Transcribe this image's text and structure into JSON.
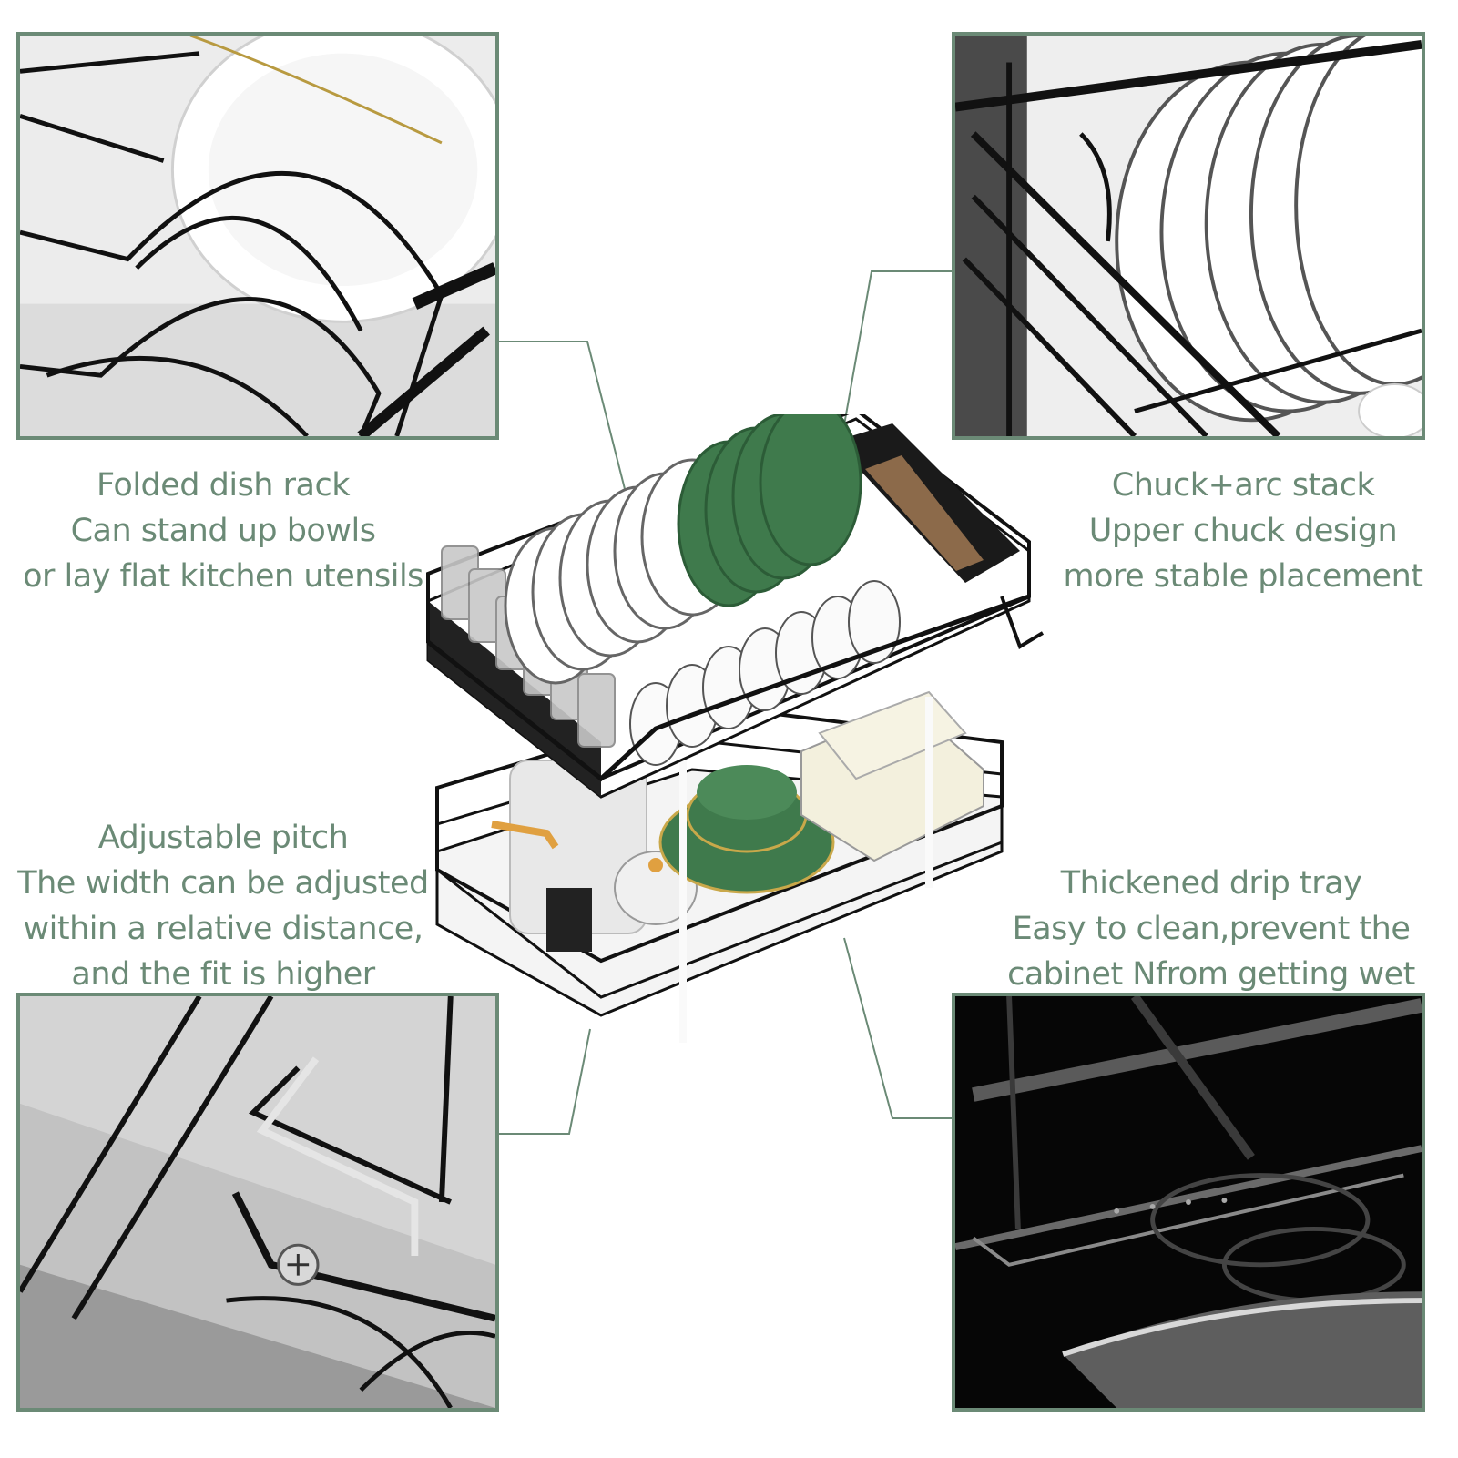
{
  "colors": {
    "accent_green": "#6b8a76",
    "plate_green": "#3f7a4c",
    "frame_black": "#111111"
  },
  "callouts": {
    "top_left": {
      "lines": [
        "Folded dish rack",
        "Can stand up bowls",
        "or lay flat kitchen utensils"
      ]
    },
    "top_right": {
      "lines": [
        "Chuck+arc stack",
        "Upper chuck design",
        "more stable placement"
      ]
    },
    "bottom_left": {
      "lines": [
        "Adjustable pitch",
        "The width can be adjusted",
        "within a relative distance,",
        "and the fit is higher"
      ]
    },
    "bottom_right": {
      "lines": [
        "Thickened drip tray",
        "Easy to clean,prevent the",
        "cabinet Nfrom getting wet"
      ]
    }
  }
}
